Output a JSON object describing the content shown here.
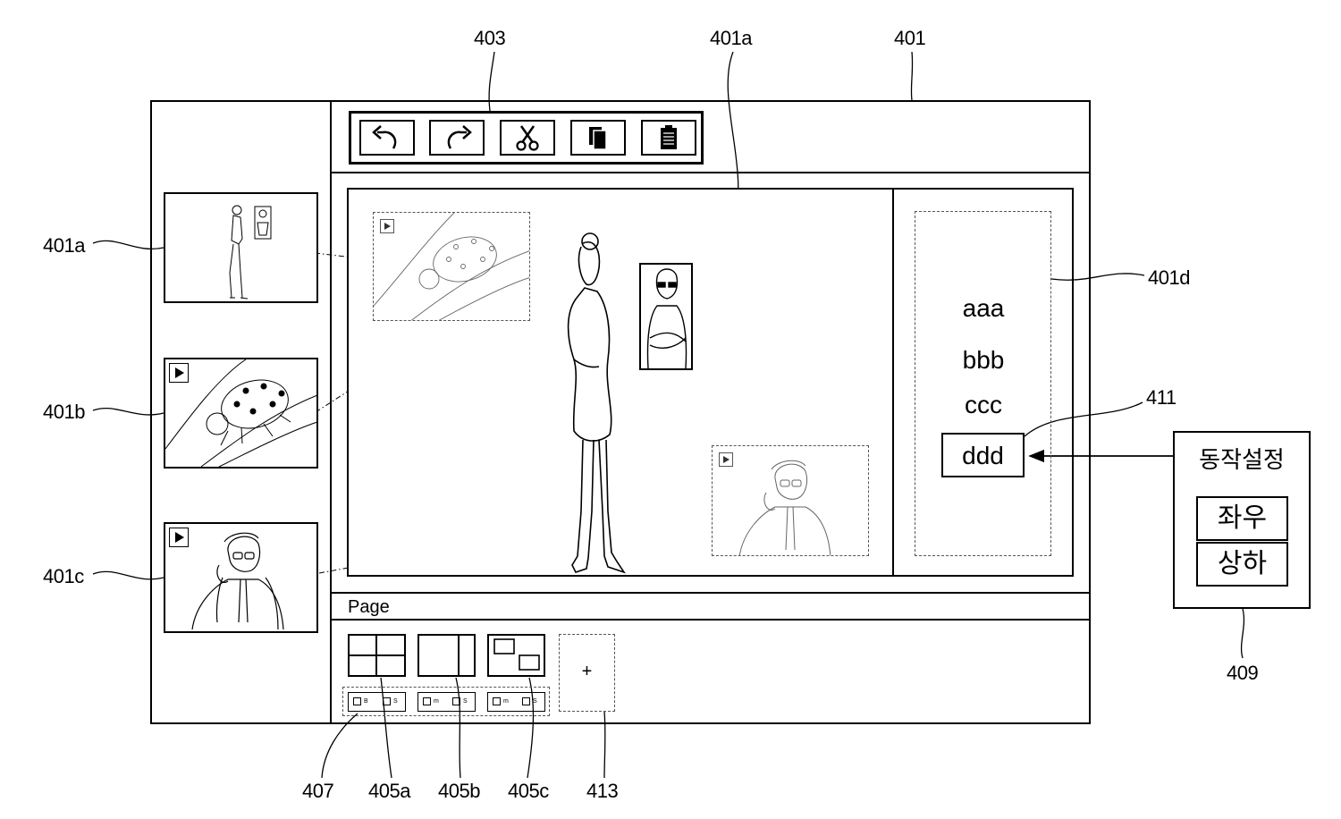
{
  "refs": {
    "r403": "403",
    "r401a_top": "401a",
    "r401": "401",
    "r401a_left": "401a",
    "r401b": "401b",
    "r401c": "401c",
    "r401d": "401d",
    "r411": "411",
    "r409": "409",
    "r407": "407",
    "r405a": "405a",
    "r405b": "405b",
    "r405c": "405c",
    "r413": "413"
  },
  "toolbar": {
    "icons": [
      "undo-icon",
      "redo-icon",
      "cut-icon",
      "copy-icon",
      "paste-icon"
    ]
  },
  "text_list": {
    "items": [
      "aaa",
      "bbb",
      "ccc",
      "ddd"
    ],
    "selected": "ddd"
  },
  "page_bar": {
    "label": "Page"
  },
  "layouts": {
    "add_label": "+",
    "tags": [
      {
        "a": "B",
        "b": "S"
      },
      {
        "a": "m",
        "b": "S"
      },
      {
        "a": "m",
        "b": "S"
      }
    ]
  },
  "action_setting": {
    "title": "동작설정",
    "options": [
      "좌우",
      "상하"
    ]
  }
}
